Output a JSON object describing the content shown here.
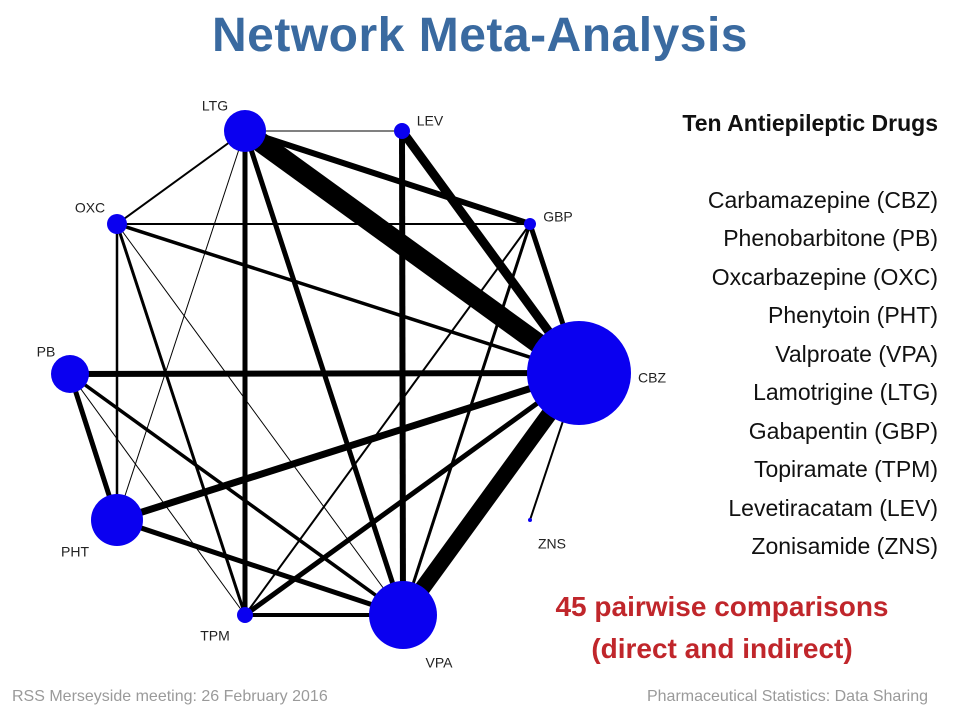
{
  "title": "Network Meta-Analysis",
  "drugs": {
    "heading": "Ten Antiepileptic Drugs",
    "items": [
      "Carbamazepine (CBZ)",
      "Phenobarbitone (PB)",
      "Oxcarbazepine (OXC)",
      "Phenytoin (PHT)",
      "Valproate (VPA)",
      "Lamotrigine (LTG)",
      "Gabapentin (GBP)",
      "Topiramate (TPM)",
      "Levetiracatam (LEV)",
      "Zonisamide (ZNS)"
    ]
  },
  "comparisons": {
    "line1": "45 pairwise comparisons",
    "line2": "(direct and indirect)"
  },
  "footer": {
    "left": "RSS Merseyside meeting: 26 February 2016",
    "right": "Pharmaceutical Statistics: Data Sharing"
  },
  "colors": {
    "title": "#3a6aa0",
    "node": "#0a00f0",
    "edge": "#000000",
    "highlight": "#c0262b"
  },
  "network": {
    "nodes": [
      {
        "id": "LTG",
        "label": "LTG"
      },
      {
        "id": "LEV",
        "label": "LEV"
      },
      {
        "id": "GBP",
        "label": "GBP"
      },
      {
        "id": "CBZ",
        "label": "CBZ"
      },
      {
        "id": "ZNS",
        "label": "ZNS"
      },
      {
        "id": "VPA",
        "label": "VPA"
      },
      {
        "id": "TPM",
        "label": "TPM"
      },
      {
        "id": "PHT",
        "label": "PHT"
      },
      {
        "id": "PB",
        "label": "PB"
      },
      {
        "id": "OXC",
        "label": "OXC"
      }
    ],
    "edges": [
      {
        "from": "LTG",
        "to": "CBZ",
        "weight": 20
      },
      {
        "from": "VPA",
        "to": "CBZ",
        "weight": 16
      },
      {
        "from": "LEV",
        "to": "CBZ",
        "weight": 9
      },
      {
        "from": "LTG",
        "to": "GBP",
        "weight": 6
      },
      {
        "from": "PHT",
        "to": "CBZ",
        "weight": 7
      },
      {
        "from": "PB",
        "to": "CBZ",
        "weight": 6
      },
      {
        "from": "LEV",
        "to": "VPA",
        "weight": 6
      },
      {
        "from": "LTG",
        "to": "VPA",
        "weight": 5
      },
      {
        "from": "LTG",
        "to": "TPM",
        "weight": 5
      },
      {
        "from": "GBP",
        "to": "CBZ",
        "weight": 5
      },
      {
        "from": "TPM",
        "to": "CBZ",
        "weight": 5
      },
      {
        "from": "PHT",
        "to": "VPA",
        "weight": 5
      },
      {
        "from": "PB",
        "to": "PHT",
        "weight": 5
      },
      {
        "from": "TPM",
        "to": "VPA",
        "weight": 4
      },
      {
        "from": "OXC",
        "to": "CBZ",
        "weight": 3.5
      },
      {
        "from": "PB",
        "to": "VPA",
        "weight": 3.5
      },
      {
        "from": "OXC",
        "to": "TPM",
        "weight": 3
      },
      {
        "from": "VPA",
        "to": "GBP",
        "weight": 3
      },
      {
        "from": "OXC",
        "to": "PHT",
        "weight": 2.5
      },
      {
        "from": "OXC",
        "to": "GBP",
        "weight": 2
      },
      {
        "from": "OXC",
        "to": "LTG",
        "weight": 2
      },
      {
        "from": "PHT",
        "to": "LTG",
        "weight": 1
      },
      {
        "from": "OXC",
        "to": "VPA",
        "weight": 1
      },
      {
        "from": "LTG",
        "to": "LEV",
        "weight": 1
      },
      {
        "from": "PB",
        "to": "TPM",
        "weight": 1
      },
      {
        "from": "ZNS",
        "to": "CBZ",
        "weight": 2
      },
      {
        "from": "GBP",
        "to": "TPM",
        "weight": 2
      }
    ]
  }
}
